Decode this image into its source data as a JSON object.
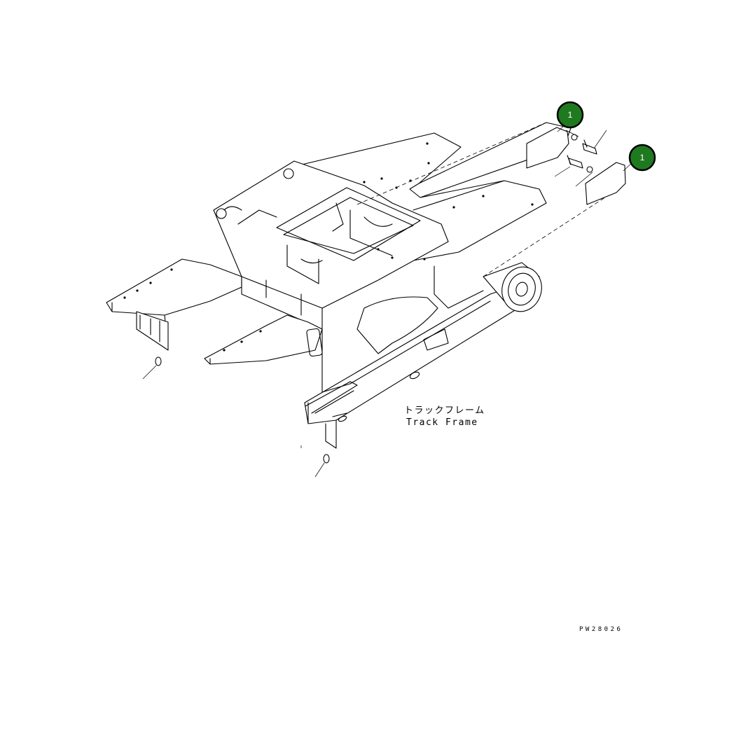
{
  "diagram": {
    "label_jp": "トラックフレーム",
    "label_en": "Track Frame",
    "drawing_code": "PW28026",
    "callouts": [
      {
        "id": "callout-1a",
        "text": "1"
      },
      {
        "id": "callout-1b",
        "text": "1"
      }
    ],
    "colors": {
      "callout_fill": "#1f7a1f",
      "callout_stroke": "#000000",
      "line": "#000000",
      "background": "#ffffff"
    }
  }
}
